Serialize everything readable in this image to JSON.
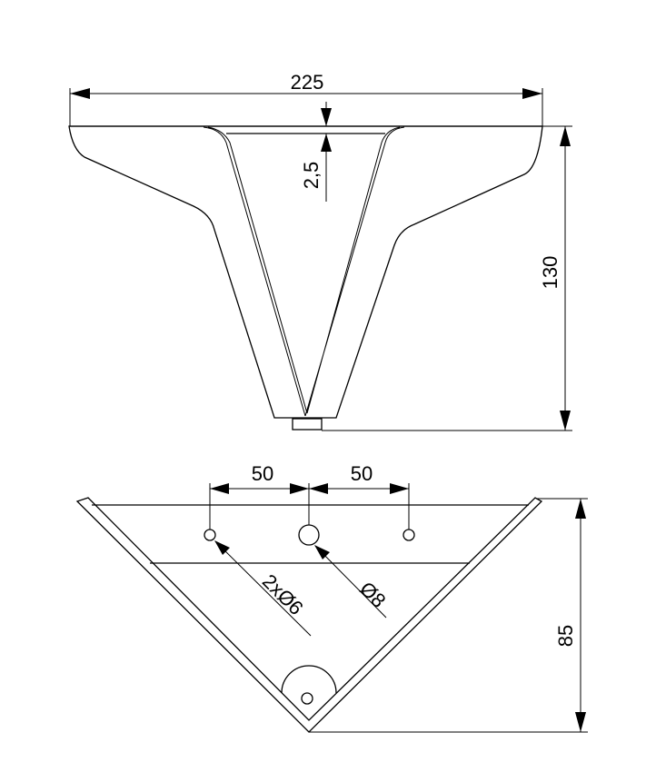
{
  "top_view": {
    "width_dim": "225",
    "thickness_dim": "2,5",
    "height_dim": "130"
  },
  "bottom_view": {
    "hole_spacing_left": "50",
    "hole_spacing_right": "50",
    "small_holes_label": "2xØ6",
    "center_hole_label": "Ø8",
    "depth_dim": "85"
  }
}
